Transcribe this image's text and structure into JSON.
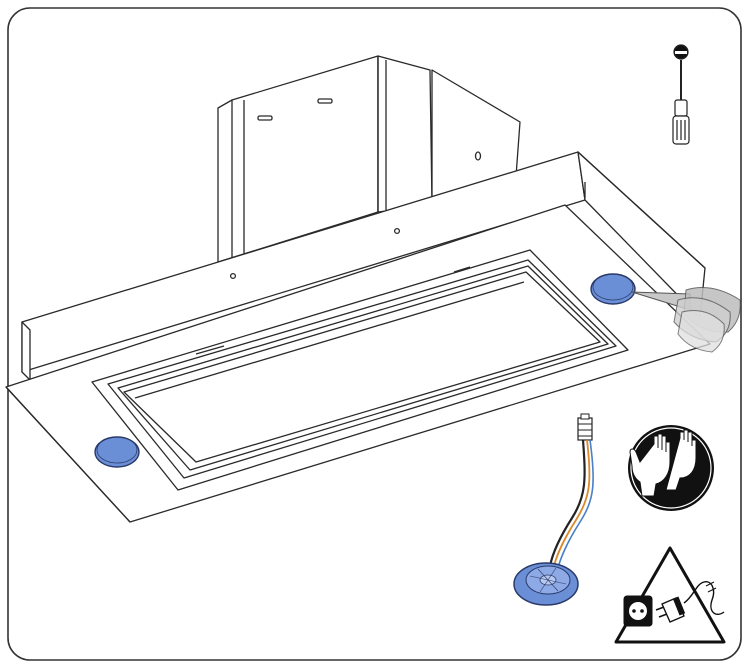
{
  "diagram": {
    "frame": {
      "stroke": "#333333",
      "background": "#ffffff"
    },
    "colors": {
      "outline": "#2a2a2a",
      "lamp_cover": "#6b8fd6",
      "lamp_cover_stroke": "#2a3a6a",
      "screwdriver_tip": "#b0b0b0",
      "warning_circle": "#111111",
      "wire_orange": "#d98a2b",
      "wire_blue": "#4a7fc9"
    },
    "icons": [
      {
        "id": "screwdriver",
        "name": "flat-screwdriver-icon"
      },
      {
        "id": "gloves",
        "name": "protective-gloves-icon"
      },
      {
        "id": "unplug",
        "name": "disconnect-power-warning-icon"
      }
    ]
  }
}
